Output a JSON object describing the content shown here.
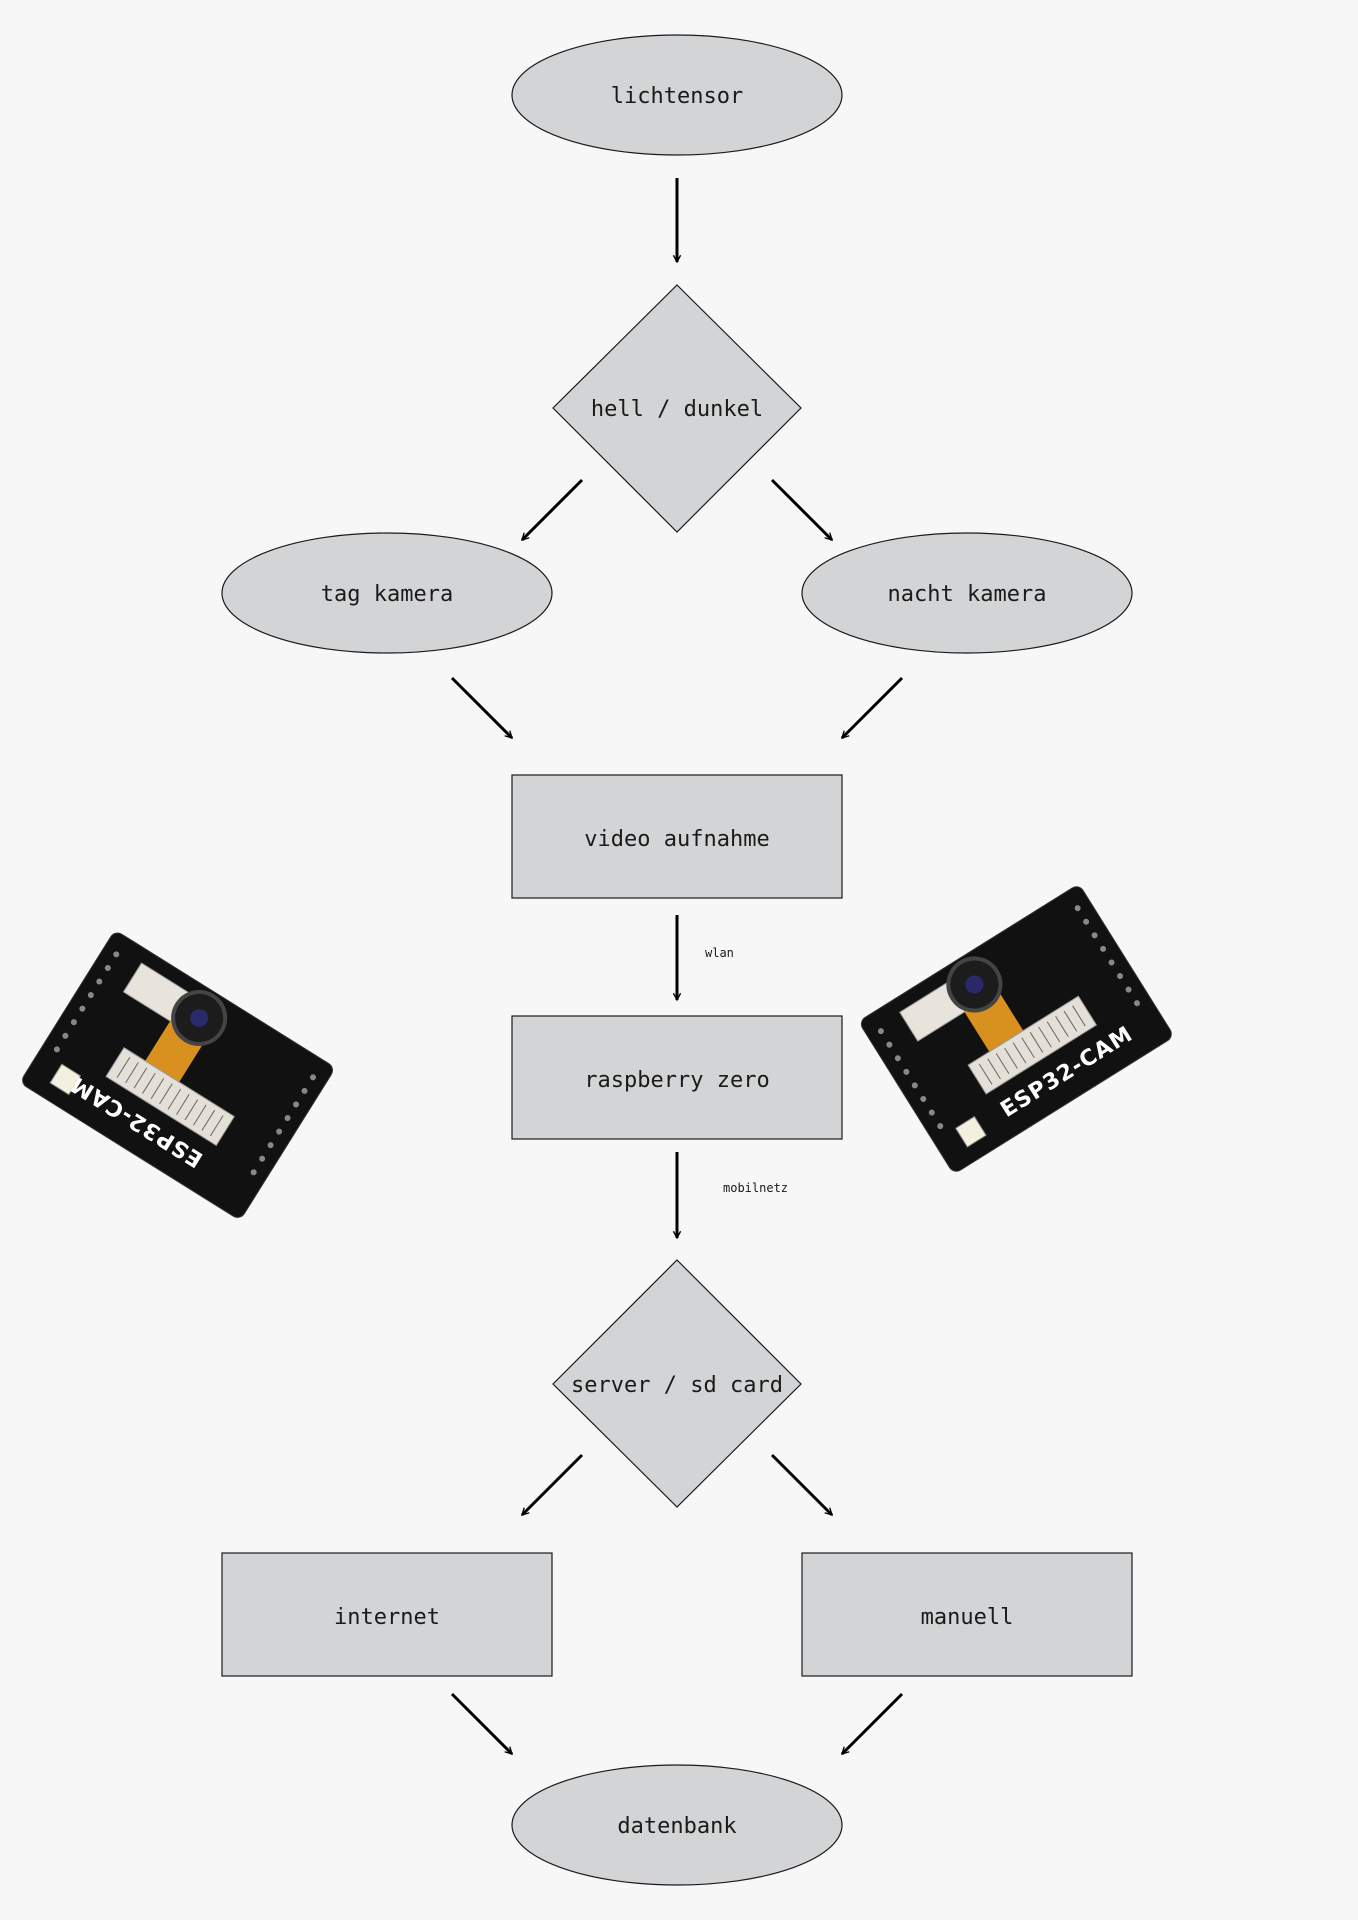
{
  "colors": {
    "background": "#f7f7f7",
    "node_fill": "#d3d4d5",
    "stroke": "#1a1a1a",
    "board": "#111111"
  },
  "nodes": {
    "lichtensor": "lichtensor",
    "hell_dunkel": "hell / dunkel",
    "tag_kamera": "tag kamera",
    "nacht_kamera": "nacht kamera",
    "video_aufnahme": "video aufnahme",
    "raspberry_zero": "raspberry zero",
    "server_sd_card": "server / sd card",
    "internet": "internet",
    "manuell": "manuell",
    "datenbank": "datenbank"
  },
  "edges": {
    "wlan": "wlan",
    "mobilnetz": "mobilnetz"
  },
  "images": {
    "left_board": {
      "icon": "esp32-cam-board",
      "label": "ESP32-CAM"
    },
    "right_board": {
      "icon": "esp32-cam-board",
      "label": "ESP32-CAM"
    }
  }
}
